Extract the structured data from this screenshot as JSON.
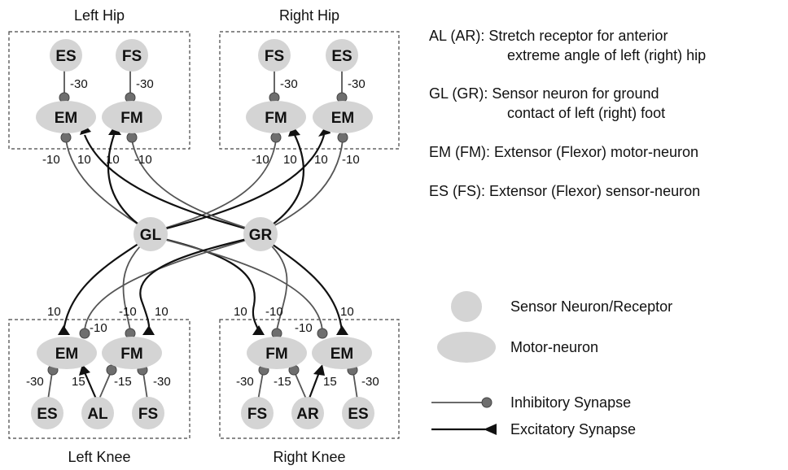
{
  "groups": {
    "left_hip": "Left Hip",
    "right_hip": "Right Hip",
    "left_knee": "Left Knee",
    "right_knee": "Right Knee"
  },
  "nodes": {
    "lh_es": "ES",
    "lh_fs": "FS",
    "lh_em": "EM",
    "lh_fm": "FM",
    "rh_fs": "FS",
    "rh_es": "ES",
    "rh_fm": "FM",
    "rh_em": "EM",
    "gl": "GL",
    "gr": "GR",
    "lk_em": "EM",
    "lk_fm": "FM",
    "lk_es": "ES",
    "lk_al": "AL",
    "lk_fs": "FS",
    "rk_fm": "FM",
    "rk_em": "EM",
    "rk_fs": "FS",
    "rk_ar": "AR",
    "rk_es": "ES"
  },
  "weights": {
    "lh_es_em": "-30",
    "lh_fs_fm": "-30",
    "rh_fs_fm": "-30",
    "rh_es_em": "-30",
    "lh_a": "-10",
    "lh_b": "10",
    "lh_c": "10",
    "lh_d": "-10",
    "rh_a": "-10",
    "rh_b": "10",
    "rh_c": "10",
    "rh_d": "-10",
    "lk_a": "10",
    "lk_b": "-10",
    "lk_c": "-10",
    "lk_d": "10",
    "rk_a": "10",
    "rk_b": "-10",
    "rk_c": "-10",
    "rk_d": "10",
    "lk_es": "-30",
    "lk_al": "15",
    "lk_al_fm": "-15",
    "lk_fs": "-30",
    "rk_fs": "-30",
    "rk_ar_fm": "-15",
    "rk_ar": "15",
    "rk_es": "-30"
  },
  "definitions": {
    "al_ar_1": "AL (AR): Stretch receptor for anterior",
    "al_ar_2": "extreme angle of left (right) hip",
    "gl_gr_1": "GL (GR): Sensor neuron for ground",
    "gl_gr_2": "contact of left (right) foot",
    "em_fm": "EM (FM): Extensor (Flexor) motor-neuron",
    "es_fs": "ES (FS): Extensor (Flexor) sensor-neuron"
  },
  "legend": {
    "sensor": "Sensor Neuron/Receptor",
    "motor": "Motor-neuron",
    "inhibitory": "Inhibitory Synapse",
    "excitatory": "Excitatory Synapse"
  },
  "colors": {
    "cell_fill": "#d4d4d4",
    "inhibitory_line": "#555555",
    "excitatory_line": "#111111"
  }
}
